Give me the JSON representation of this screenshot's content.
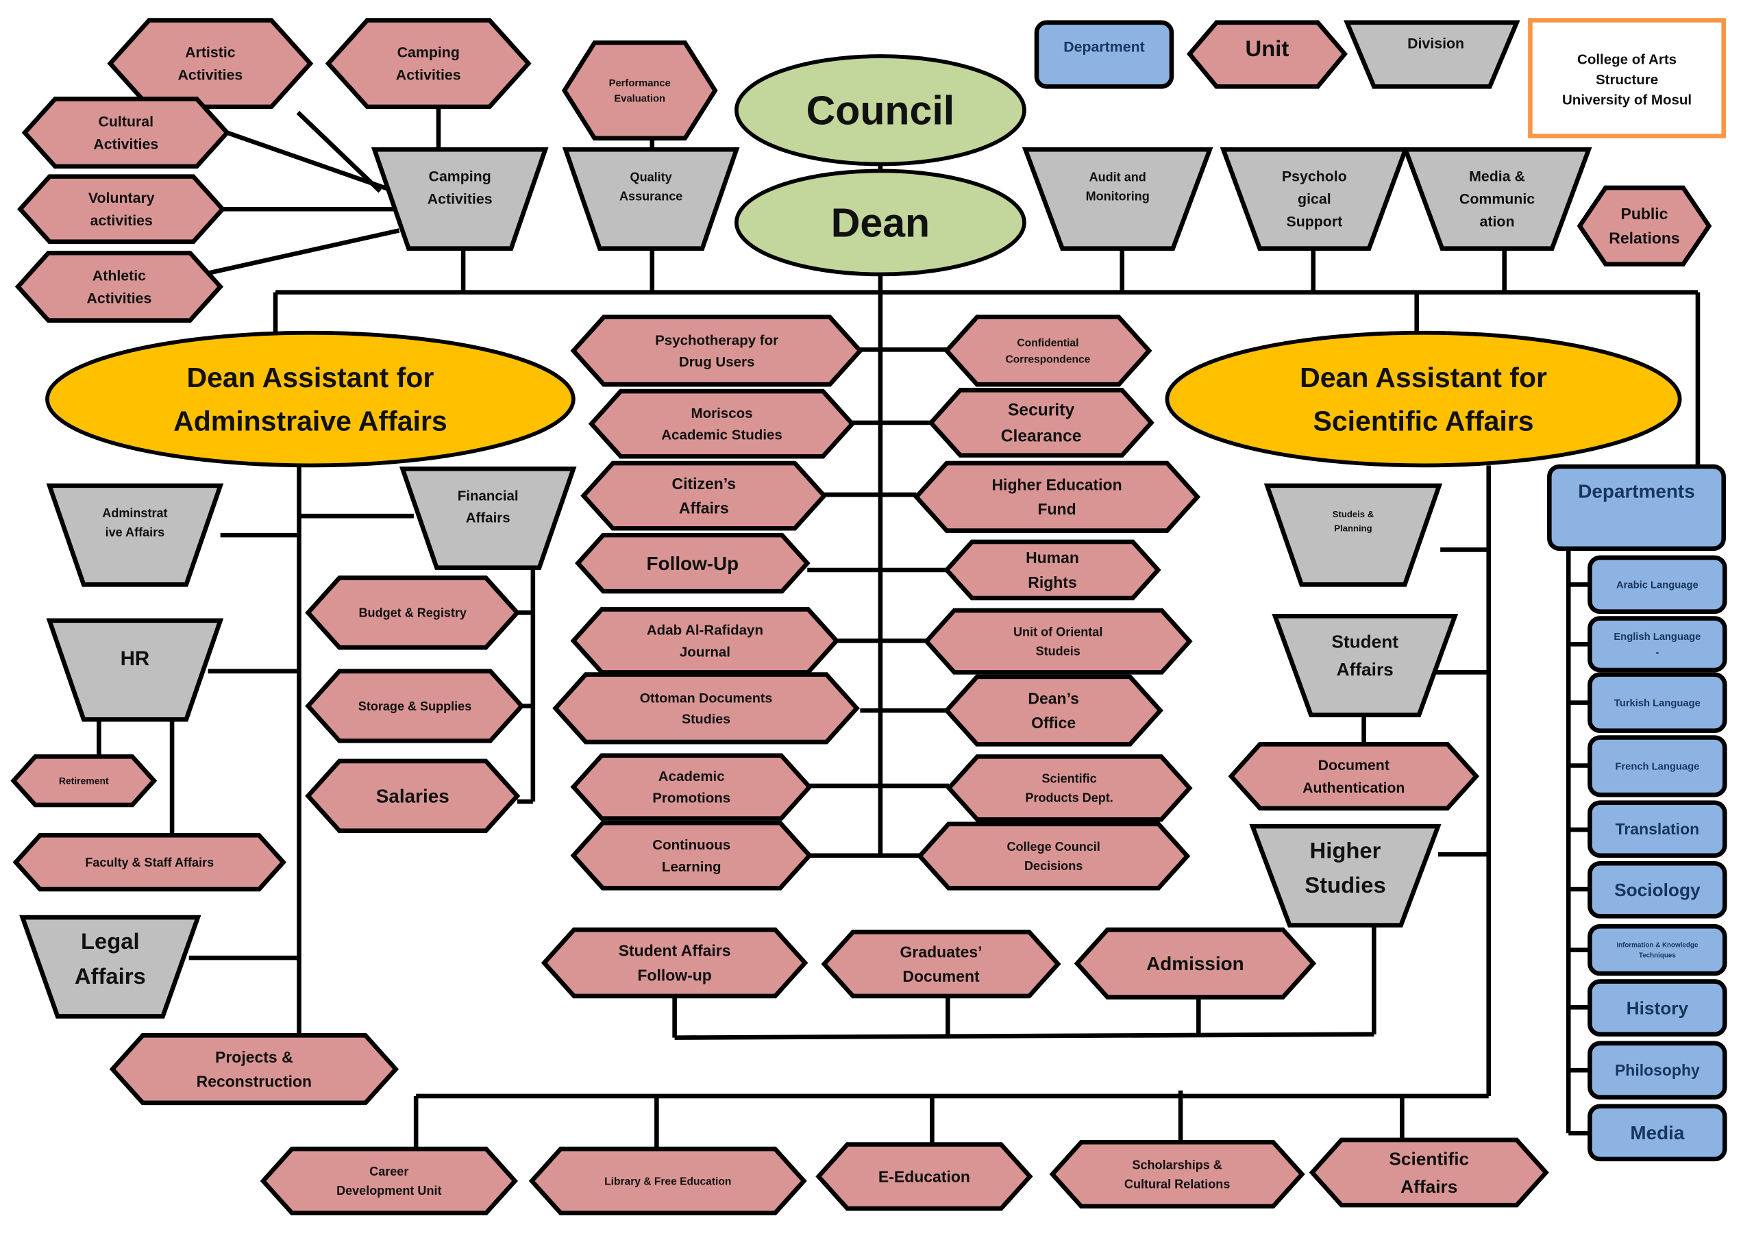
{
  "title": "College of Arts Structure University of Mosul",
  "colors": {
    "unit": "#d99594",
    "division": "#bfbfbf",
    "department": "#8db3e2",
    "top": "#c3d69b",
    "assistant": "#ffc000",
    "title_border": "#f79646",
    "department_text": "#17365d",
    "line": "#000000"
  },
  "legend": {
    "department": "Department",
    "unit": "Unit",
    "division": "Division"
  },
  "title_box": [
    "College of Arts",
    "Structure",
    "University of Mosul"
  ],
  "nodes": [
    {
      "id": "council",
      "type": "top",
      "lines": [
        "Council"
      ]
    },
    {
      "id": "dean",
      "type": "top",
      "lines": [
        "Dean"
      ]
    },
    {
      "id": "asst_admin",
      "type": "assistant",
      "lines": [
        "Dean Assistant for",
        "Adminstraive Affairs"
      ]
    },
    {
      "id": "asst_sci",
      "type": "assistant",
      "lines": [
        "Dean Assistant for",
        "Scientific Affairs"
      ]
    },
    {
      "id": "artistic",
      "type": "unit",
      "lines": [
        "Artistic",
        "Activities"
      ]
    },
    {
      "id": "camping_u",
      "type": "unit",
      "lines": [
        "Camping",
        "Activities"
      ]
    },
    {
      "id": "cultural",
      "type": "unit",
      "lines": [
        "Cultural",
        "Activities"
      ]
    },
    {
      "id": "voluntary",
      "type": "unit",
      "lines": [
        "Voluntary",
        "activities"
      ]
    },
    {
      "id": "athletic",
      "type": "unit",
      "lines": [
        "Athletic",
        "Activities"
      ]
    },
    {
      "id": "camping_d",
      "type": "division",
      "lines": [
        "Camping",
        "Activities"
      ]
    },
    {
      "id": "perf_eval",
      "type": "unit",
      "lines": [
        "Performance",
        "Evaluation"
      ]
    },
    {
      "id": "quality",
      "type": "division",
      "lines": [
        "Quality",
        "Assurance"
      ]
    },
    {
      "id": "audit",
      "type": "division",
      "lines": [
        "Audit and",
        "Monitoring"
      ]
    },
    {
      "id": "psych",
      "type": "division",
      "lines": [
        "Psycholo",
        "gical",
        "Support"
      ]
    },
    {
      "id": "media_comm",
      "type": "division",
      "lines": [
        "Media &",
        "Communic",
        "ation"
      ]
    },
    {
      "id": "public_rel",
      "type": "unit",
      "lines": [
        "Public",
        "Relations"
      ]
    },
    {
      "id": "psychotherapy",
      "type": "unit",
      "lines": [
        "Psychotherapy for",
        "Drug Users"
      ]
    },
    {
      "id": "moriscos",
      "type": "unit",
      "lines": [
        "Moriscos",
        "Academic Studies"
      ]
    },
    {
      "id": "citizens",
      "type": "unit",
      "lines": [
        "Citizen’s",
        "Affairs"
      ]
    },
    {
      "id": "followup",
      "type": "unit",
      "lines": [
        "Follow-Up"
      ]
    },
    {
      "id": "adab",
      "type": "unit",
      "lines": [
        "Adab Al-Rafidayn",
        "Journal"
      ]
    },
    {
      "id": "ottoman",
      "type": "unit",
      "lines": [
        "Ottoman Documents",
        "Studies"
      ]
    },
    {
      "id": "acad_promo",
      "type": "unit",
      "lines": [
        "Academic",
        "Promotions"
      ]
    },
    {
      "id": "cont_learning",
      "type": "unit",
      "lines": [
        "Continuous",
        "Learning"
      ]
    },
    {
      "id": "confidential",
      "type": "unit",
      "lines": [
        "Confidential",
        "Correspondence"
      ]
    },
    {
      "id": "security",
      "type": "unit",
      "lines": [
        "Security",
        "Clearance"
      ]
    },
    {
      "id": "hef",
      "type": "unit",
      "lines": [
        "Higher Education",
        "Fund"
      ]
    },
    {
      "id": "human_rights",
      "type": "unit",
      "lines": [
        "Human",
        "Rights"
      ]
    },
    {
      "id": "oriental",
      "type": "unit",
      "lines": [
        "Unit of Oriental",
        "Studeis"
      ]
    },
    {
      "id": "deans_office",
      "type": "unit",
      "lines": [
        "Dean’s",
        "Office"
      ]
    },
    {
      "id": "sci_products",
      "type": "unit",
      "lines": [
        "Scientific",
        "Products Dept."
      ]
    },
    {
      "id": "council_dec",
      "type": "unit",
      "lines": [
        "College Council",
        "Decisions"
      ]
    },
    {
      "id": "admin_aff",
      "type": "division",
      "lines": [
        "Adminstrat",
        "ive Affairs"
      ]
    },
    {
      "id": "financial",
      "type": "division",
      "lines": [
        "Financial",
        "Affairs"
      ]
    },
    {
      "id": "budget",
      "type": "unit",
      "lines": [
        "Budget & Registry"
      ]
    },
    {
      "id": "storage",
      "type": "unit",
      "lines": [
        "Storage & Supplies"
      ]
    },
    {
      "id": "salaries",
      "type": "unit",
      "lines": [
        "Salaries"
      ]
    },
    {
      "id": "hr",
      "type": "division",
      "lines": [
        "HR"
      ]
    },
    {
      "id": "retirement",
      "type": "unit",
      "lines": [
        "Retirement"
      ]
    },
    {
      "id": "faculty_staff",
      "type": "unit",
      "lines": [
        "Faculty & Staff Affairs"
      ]
    },
    {
      "id": "legal",
      "type": "division",
      "lines": [
        "Legal",
        "Affairs"
      ]
    },
    {
      "id": "projects",
      "type": "unit",
      "lines": [
        "Projects &",
        "Reconstruction"
      ]
    },
    {
      "id": "studies_planning",
      "type": "division",
      "lines": [
        "Studeis &",
        "Planning"
      ]
    },
    {
      "id": "student_affairs",
      "type": "division",
      "lines": [
        "Student",
        "Affairs"
      ]
    },
    {
      "id": "doc_auth",
      "type": "unit",
      "lines": [
        "Document",
        "Authentication"
      ]
    },
    {
      "id": "higher_studies",
      "type": "division",
      "lines": [
        "Higher",
        "Studies"
      ]
    },
    {
      "id": "sa_followup",
      "type": "unit",
      "lines": [
        "Student Affairs",
        "Follow-up"
      ]
    },
    {
      "id": "grad_doc",
      "type": "unit",
      "lines": [
        "Graduates’",
        "Document"
      ]
    },
    {
      "id": "admission",
      "type": "unit",
      "lines": [
        "Admission"
      ]
    },
    {
      "id": "career",
      "type": "unit",
      "lines": [
        "Career",
        "Development Unit"
      ]
    },
    {
      "id": "library",
      "type": "unit",
      "lines": [
        "Library & Free Education"
      ]
    },
    {
      "id": "eedu",
      "type": "unit",
      "lines": [
        "E-Education"
      ]
    },
    {
      "id": "scholarships",
      "type": "unit",
      "lines": [
        "Scholarships &",
        "Cultural Relations"
      ]
    },
    {
      "id": "sci_affairs",
      "type": "unit",
      "lines": [
        "Scientific",
        "Affairs"
      ]
    },
    {
      "id": "departments",
      "type": "department",
      "lines": [
        "Departments"
      ]
    },
    {
      "id": "arabic",
      "type": "department",
      "lines": [
        "Arabic Language"
      ]
    },
    {
      "id": "english",
      "type": "department",
      "lines": [
        "English Language",
        "-"
      ]
    },
    {
      "id": "turkish",
      "type": "department",
      "lines": [
        "Turkish Language"
      ]
    },
    {
      "id": "french",
      "type": "department",
      "lines": [
        "French Language"
      ]
    },
    {
      "id": "translation",
      "type": "department",
      "lines": [
        "Translation"
      ]
    },
    {
      "id": "sociology",
      "type": "department",
      "lines": [
        "Sociology"
      ]
    },
    {
      "id": "info_knowledge",
      "type": "department",
      "lines": [
        "Information & Knowledge",
        "Techniques"
      ]
    },
    {
      "id": "history",
      "type": "department",
      "lines": [
        "History"
      ]
    },
    {
      "id": "philosophy",
      "type": "department",
      "lines": [
        "Philosophy"
      ]
    },
    {
      "id": "media",
      "type": "department",
      "lines": [
        "Media"
      ]
    }
  ]
}
